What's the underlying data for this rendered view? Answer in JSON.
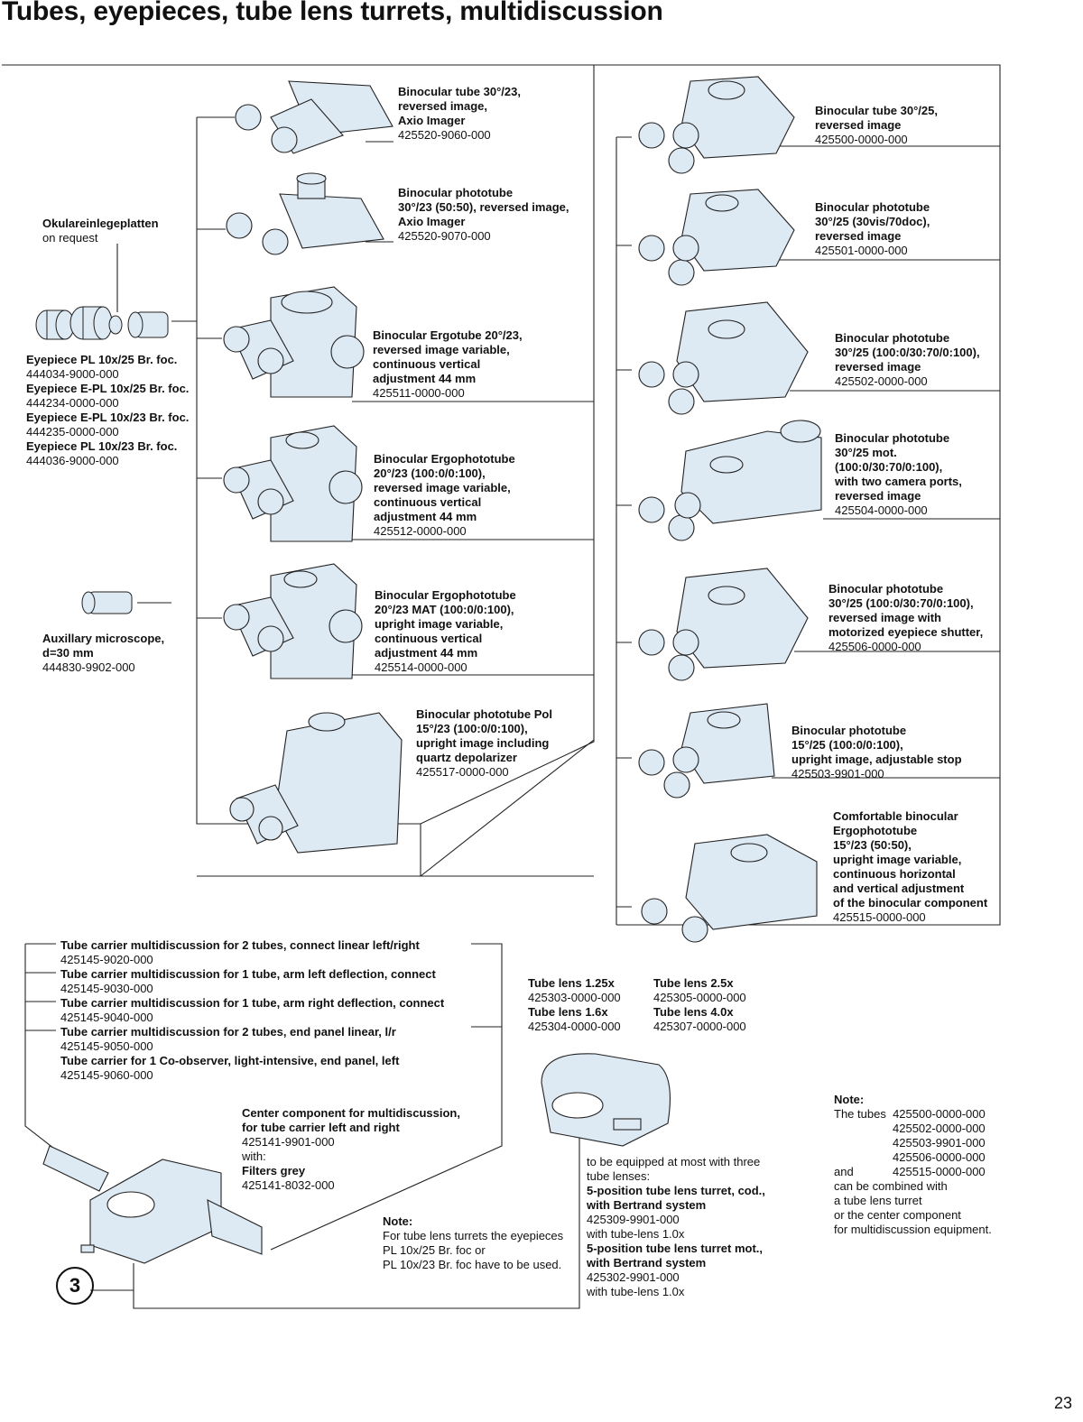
{
  "title": "Tubes, eyepieces, tube lens turrets, multidiscussion",
  "page_number": "23",
  "section_number": "3",
  "colors": {
    "part_fill": "#dde9f3",
    "line": "#222222"
  },
  "okular": {
    "name": "Okulareinlegeplatten",
    "note": "on request"
  },
  "eyepieces": [
    {
      "name": "Eyepiece PL 10x/25 Br. foc.",
      "code": "444034-9000-000"
    },
    {
      "name": "Eyepiece E-PL 10x/25 Br. foc.",
      "code": "444234-0000-000"
    },
    {
      "name": "Eyepiece E-PL 10x/23 Br. foc.",
      "code": "444235-0000-000"
    },
    {
      "name": "Eyepiece PL 10x/23 Br. foc.",
      "code": "444036-9000-000"
    }
  ],
  "aux": {
    "l1": "Auxillary microscope,",
    "l2": "d=30 mm",
    "code": "444830-9902-000"
  },
  "left_tubes": [
    {
      "lines": [
        "Binocular tube 30°/23,",
        "reversed image,",
        "Axio Imager"
      ],
      "code": "425520-9060-000"
    },
    {
      "lines": [
        "Binocular phototube",
        "30°/23 (50:50), reversed image,",
        "Axio Imager"
      ],
      "code": "425520-9070-000"
    },
    {
      "lines": [
        "Binocular Ergotube 20°/23,",
        "reversed image variable,",
        "continuous vertical",
        "adjustment 44 mm"
      ],
      "code": "425511-0000-000"
    },
    {
      "lines": [
        "Binocular Ergophototube",
        "20°/23 (100:0/0:100),",
        "reversed image variable,",
        "continuous vertical",
        "adjustment 44 mm"
      ],
      "code": "425512-0000-000"
    },
    {
      "lines": [
        "Binocular Ergophototube",
        "20°/23 MAT (100:0/0:100),",
        "upright image variable,",
        "continuous vertical",
        "adjustment 44 mm"
      ],
      "code": "425514-0000-000"
    },
    {
      "lines": [
        "Binocular phototube Pol",
        "15°/23 (100:0/0:100),",
        "upright image including",
        "quartz depolarizer"
      ],
      "code": "425517-0000-000"
    }
  ],
  "right_tubes": [
    {
      "lines": [
        "Binocular tube 30°/25,",
        "reversed image"
      ],
      "code": "425500-0000-000"
    },
    {
      "lines": [
        "Binocular phototube",
        "30°/25 (30vis/70doc),",
        "reversed image"
      ],
      "code": "425501-0000-000"
    },
    {
      "lines": [
        "Binocular phototube",
        "30°/25 (100:0/30:70/0:100),",
        "reversed image"
      ],
      "code": "425502-0000-000"
    },
    {
      "lines": [
        "Binocular phototube",
        "30°/25 mot.",
        "(100:0/30:70/0:100),",
        "with two camera ports,",
        "reversed image"
      ],
      "code": "425504-0000-000"
    },
    {
      "lines": [
        "Binocular phototube",
        "30°/25 (100:0/30:70/0:100),",
        "reversed image with",
        "motorized eyepiece shutter,"
      ],
      "code": "425506-0000-000"
    },
    {
      "lines": [
        "Binocular phototube",
        "15°/25 (100:0/0:100),",
        "upright image, adjustable stop"
      ],
      "code": "425503-9901-000"
    },
    {
      "lines": [
        "Comfortable binocular",
        "Ergophototube",
        "15°/23 (50:50),",
        "upright image variable,",
        "continuous horizontal",
        "and vertical adjustment",
        "of the binocular component"
      ],
      "code": "425515-0000-000"
    }
  ],
  "carriers": [
    {
      "name": "Tube carrier multidiscussion for 2 tubes, connect linear left/right",
      "code": "425145-9020-000"
    },
    {
      "name": "Tube carrier multidiscussion for 1 tube, arm left deflection, connect",
      "code": "425145-9030-000"
    },
    {
      "name": "Tube carrier multidiscussion for 1 tube,  arm right deflection, connect",
      "code": "425145-9040-000"
    },
    {
      "name": "Tube carrier multidiscussion for 2 tubes, end panel linear, l/r",
      "code": "425145-9050-000"
    },
    {
      "name": "Tube carrier for 1 Co-observer, light-intensive, end panel, left",
      "code": "425145-9060-000"
    }
  ],
  "center": {
    "l1": "Center component for multidiscussion,",
    "l2": "for tube carrier left and right",
    "code": "425141-9901-000",
    "with": "with:",
    "filter": "Filters grey",
    "filter_code": "425141-8032-000"
  },
  "note_left": {
    "title": "Note:",
    "lines": [
      "For tube lens turrets the eyepieces",
      "PL 10x/25 Br. foc or",
      "PL 10x/23 Br. foc have to be used."
    ]
  },
  "tube_lenses": [
    {
      "name": "Tube lens 1.25x",
      "code": "425303-0000-000"
    },
    {
      "name": "Tube lens 1.6x",
      "code": "425304-0000-000"
    },
    {
      "name": "Tube lens 2.5x",
      "code": "425305-0000-000"
    },
    {
      "name": "Tube lens 4.0x",
      "code": "425307-0000-000"
    }
  ],
  "turret": {
    "intro1": "to be equipped at most with three",
    "intro2": "tube lenses:",
    "a1": "5-position tube lens turret, cod.,",
    "a2": "with Bertrand system",
    "a_code": "425309-9901-000",
    "a_with": "with tube-lens 1.0x",
    "b1": "5-position tube lens turret mot.,",
    "b2": "with Bertrand system",
    "b_code": "425302-9901-000",
    "b_with": "with tube-lens 1.0x"
  },
  "note_right": {
    "title": "Note:",
    "the_tubes": "The tubes",
    "codes": [
      "425500-0000-000",
      "425502-0000-000",
      "425503-9901-000",
      "425506-0000-000",
      "425515-0000-000"
    ],
    "and": "and",
    "lines": [
      "can be combined with",
      "a tube lens turret",
      "or the center component",
      "for multidiscussion equipment."
    ]
  }
}
